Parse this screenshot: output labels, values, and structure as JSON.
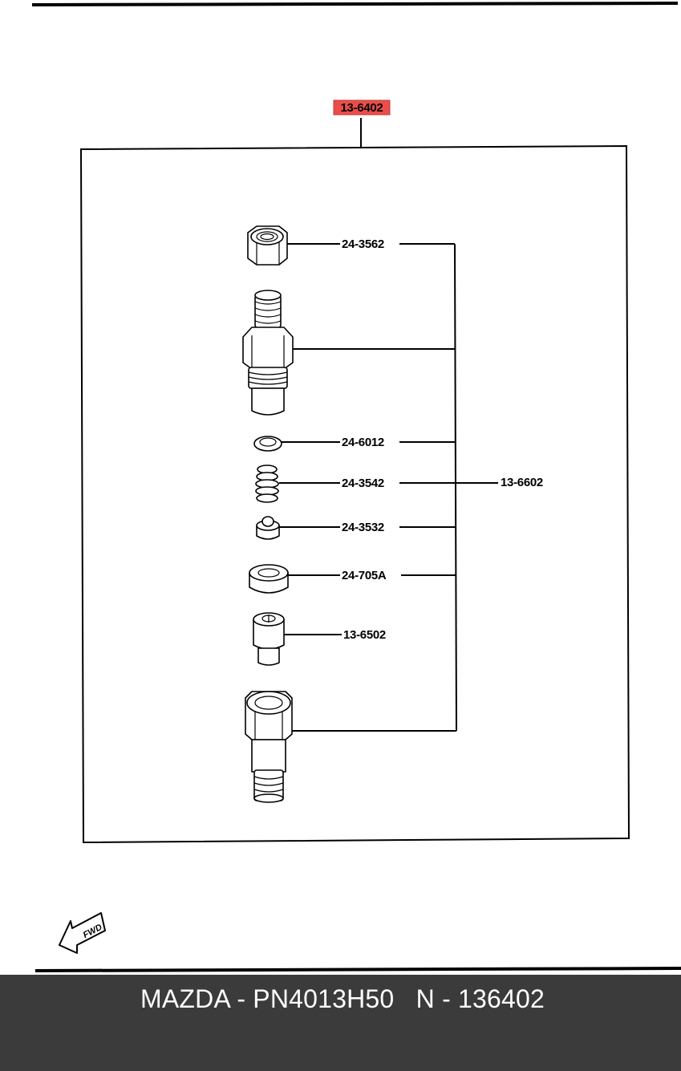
{
  "diagram": {
    "assembly_label": "13-6402",
    "parts": [
      {
        "id": "nut",
        "label": "24-3562"
      },
      {
        "id": "washer",
        "label": "24-6012"
      },
      {
        "id": "spring",
        "label": "24-3542"
      },
      {
        "id": "seat",
        "label": "24-3532"
      },
      {
        "id": "spacer",
        "label": "24-705A"
      },
      {
        "id": "nozzle",
        "label": "13-6502"
      }
    ],
    "subassembly_label": "13-6602",
    "fwd_label": "FWD",
    "highlight_color": "#e8302a"
  },
  "footer": {
    "text": "MAZDA - PN4013H50   N - 136402"
  }
}
